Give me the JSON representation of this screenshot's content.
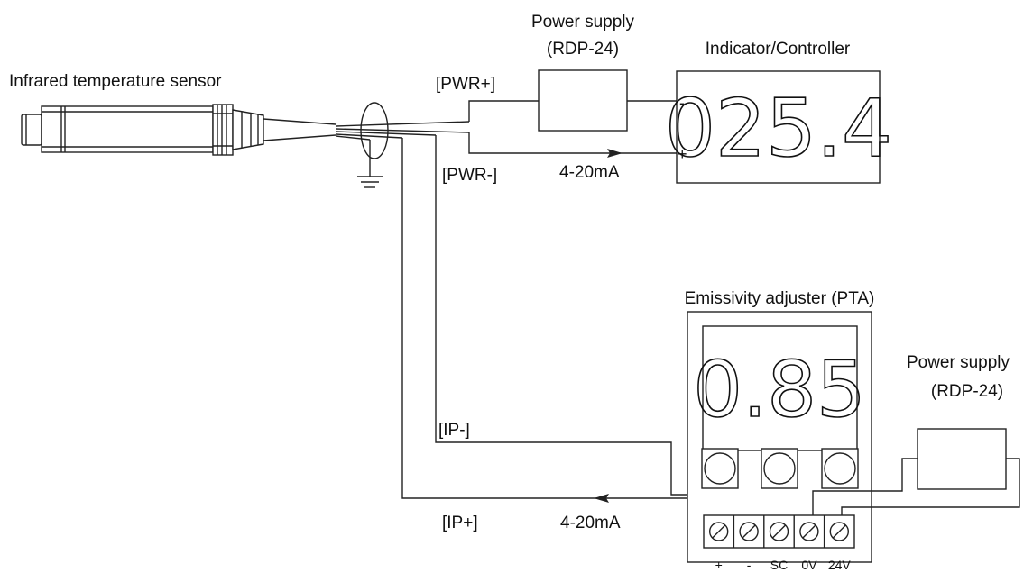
{
  "sensor": {
    "label": "Infrared temperature sensor"
  },
  "power_supply_top": {
    "title": "Power supply",
    "model": "(RDP-24)"
  },
  "indicator": {
    "title": "Indicator/Controller",
    "display": "025.4",
    "minus": "-",
    "plus": "+"
  },
  "emissivity": {
    "title": "Emissivity adjuster (PTA)",
    "display": "0.85"
  },
  "power_supply_right": {
    "title": "Power supply",
    "model": "(RDP-24)"
  },
  "wires": {
    "pwr_plus": "[PWR+]",
    "pwr_minus": "[PWR-]",
    "ip_minus": "[IP-]",
    "ip_plus": "[IP+]",
    "current_top": "4-20mA",
    "current_bottom": "4-20mA"
  },
  "terminals": [
    "+",
    "-",
    "SC",
    "0V",
    "24V"
  ]
}
